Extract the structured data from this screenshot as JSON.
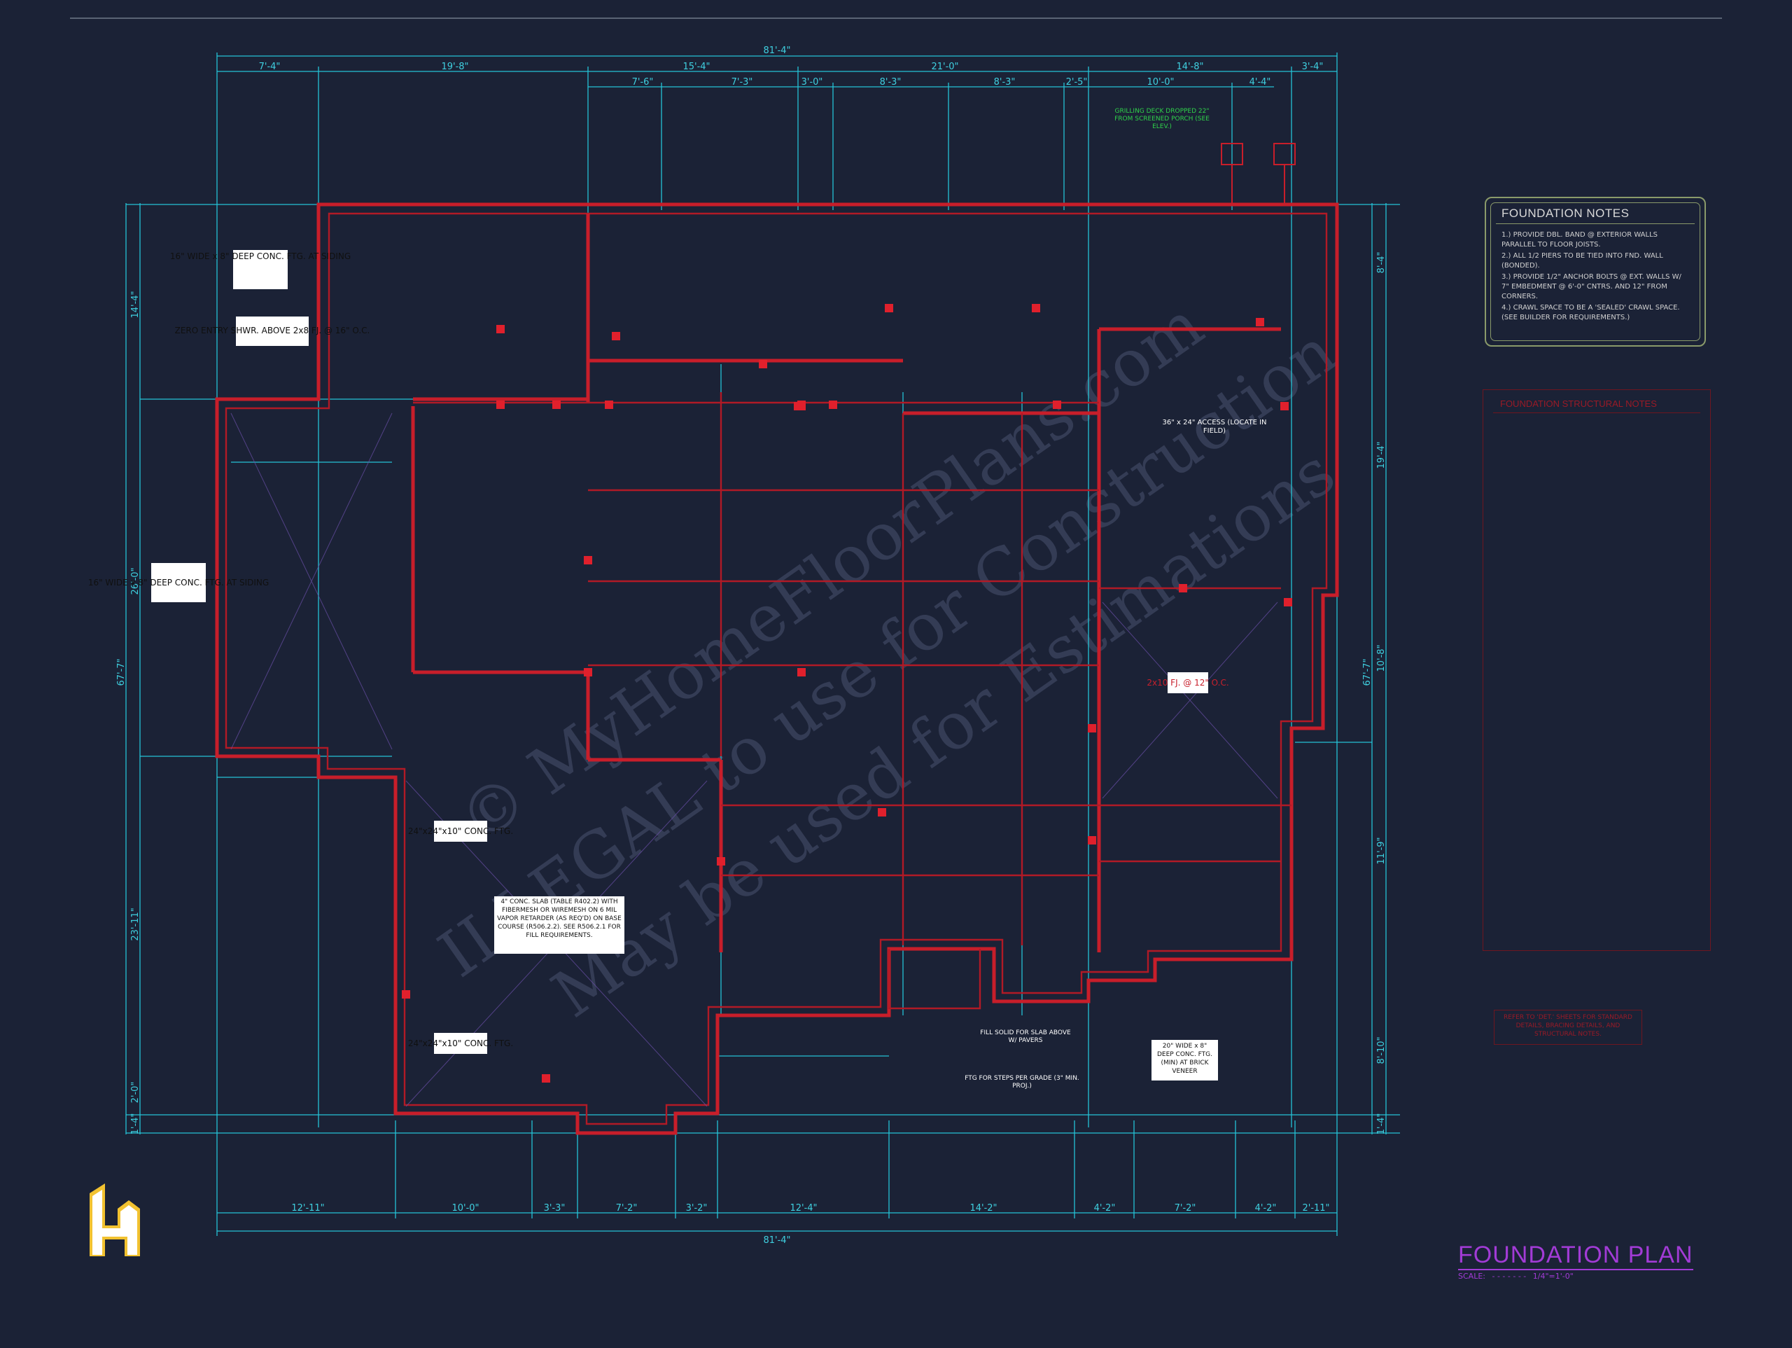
{
  "dimensions": {
    "overall_width": "81'-4\"",
    "top_row_1": [
      "7'-4\"",
      "19'-8\"",
      "15'-4\"",
      "21'-0\"",
      "14'-8\"",
      "3'-4\""
    ],
    "top_row_2": [
      "7'-6\"",
      "7'-3\"",
      "3'-0\"",
      "8'-3\"",
      "8'-3\"",
      "2'-5\"",
      "10'-0\"",
      "4'-4\""
    ],
    "bottom_row": [
      "12'-11\"",
      "10'-0\"",
      "3'-3\"",
      "7'-2\"",
      "3'-2\"",
      "12'-4\"",
      "14'-2\"",
      "4'-2\"",
      "7'-2\"",
      "4'-2\"",
      "2'-11\""
    ],
    "left_side": [
      "14'-4\"",
      "26'-0\"",
      "23'-11\"",
      "2'-0\"",
      "1'-4\""
    ],
    "overall_depth": "67'-7\"",
    "right_side": [
      "8'-4\"",
      "19'-4\"",
      "10'-8\"",
      "11'-9\"",
      "8'-10\"",
      "1'-4\""
    ]
  },
  "callouts": {
    "ftg_16_siding_a": "16\" WIDE x 8\" DEEP CONC. FTG. AT SIDING",
    "zero_entry": "ZERO ENTRY SHWR. ABOVE 2x8 FJ. @ 16\" O.C.",
    "ftg_16_siding_b": "16\" WIDE x 8\" DEEP CONC. FTG. AT SIDING",
    "pier_ftg_a": "24\"x24\"x10\" CONC. FTG.",
    "slab_note": "4\" CONC. SLAB (TABLE R402.2) WITH FIBERMESH OR WIREMESH ON 6 MIL VAPOR RETARDER (AS REQ'D) ON BASE COURSE (R506.2.2). SEE R506.2.1 FOR FILL REQUIREMENTS.",
    "pier_ftg_b": "24\"x24\"x10\" CONC. FTG.",
    "ftg_20_brick": "20\" WIDE x 8\" DEEP CONC. FTG. (MIN) AT BRICK VENEER",
    "access": "36\" x 24\" ACCESS (LOCATE IN FIELD)",
    "grilling_deck": "GRILLING DECK DROPPED 22\" FROM SCREENED PORCH (SEE ELEV.)",
    "fill_solid": "FILL SOLID FOR SLAB ABOVE W/ PAVERS",
    "ftg_steps": "FTG FOR STEPS PER GRADE (3\" MIN. PROJ.)",
    "joist_2x10": "2x10 FJ. @ 12\" O.C."
  },
  "foundation_notes": {
    "title": "FOUNDATION NOTES",
    "items": [
      "1.) PROVIDE DBL. BAND @ EXTERIOR WALLS PARALLEL TO FLOOR JOISTS.",
      "2.) ALL 1/2 PIERS TO BE TIED INTO FND. WALL (BONDED).",
      "3.) PROVIDE 1/2\" ANCHOR BOLTS @ EXT. WALLS W/ 7\" EMBEDMENT @ 6'-0\" CNTRS. AND 12\" FROM CORNERS.",
      "4.) CRAWL SPACE TO BE A 'SEALED' CRAWL SPACE. (SEE BUILDER FOR REQUIREMENTS.)"
    ]
  },
  "structural_notes": {
    "title": "FOUNDATION STRUCTURAL NOTES"
  },
  "refer_note": "REFER TO 'DET.' SHEETS FOR STANDARD DETAILS, BRACING DETAILS, AND STRUCTURAL NOTES.",
  "title_block": {
    "title": "FOUNDATION PLAN",
    "scale_label": "SCALE:",
    "scale_value": "1/4\"=1'-0\""
  },
  "watermark": {
    "line1": "© MyHomeFloorPlans.com",
    "line2": "ILLEGAL to use for Construction",
    "line3": "May be used for Estimations"
  },
  "logo_icon": "house-h-logo-icon",
  "colors": {
    "background": "#1b2236",
    "dimension": "#25c3d6",
    "wall": "#c81e2a",
    "notes_border": "#8a9a6a",
    "title": "#a23bd6",
    "logo": "#f2c230",
    "callout_green": "#2fd24a"
  }
}
